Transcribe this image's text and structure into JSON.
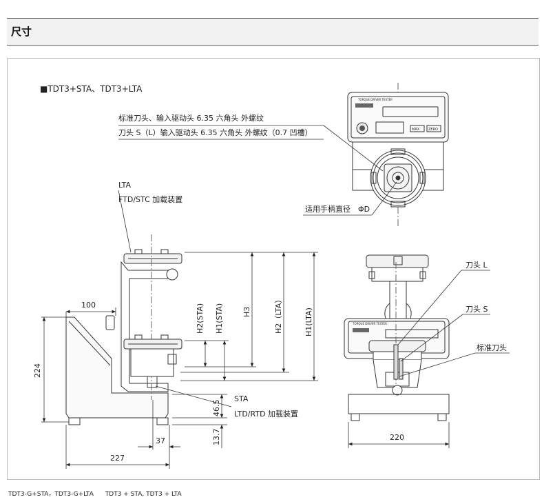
{
  "section": {
    "title": "尺寸"
  },
  "drawing": {
    "heading": "■TDT3+STA、TDT3+LTA",
    "labels": {
      "std_bit_line": "标准刀头、输入驱动头 6.35 六角头 外螺纹",
      "bit_sl_line": "刀头 S（L）输入驱动头 6.35 六角头 外螺纹（0.7 凹槽）",
      "handle_dia": "适用手柄直径　ΦD",
      "lta": "LTA",
      "ftd_stc": "FTD/STC 加载装置",
      "sta": "STA",
      "ltd_rtd": "LTD/RTD 加载装置",
      "bit_l": "刀头 L",
      "bit_s": "刀头 S",
      "std_bit": "标准刀头"
    },
    "dims": {
      "d100": "100",
      "d224": "224",
      "d37": "37",
      "d227": "227",
      "d46_5": "46.5",
      "d13_7": "13.7",
      "d220": "220",
      "h2_sta": "H2(STA)",
      "h1_sta": "H1(STA)",
      "h3": "H3",
      "h2_lta": "H2（LTA）",
      "h1_lta": "H1(LTA)"
    },
    "panel_text": {
      "brand": "TORQUE DRIVER TESTER",
      "button_a": "MAX",
      "button_b": "ZERO"
    }
  },
  "captions": [
    "TDT3-G+STA，TDT3-G+LTA",
    "TDT3 + STA, TDT3 + LTA"
  ]
}
